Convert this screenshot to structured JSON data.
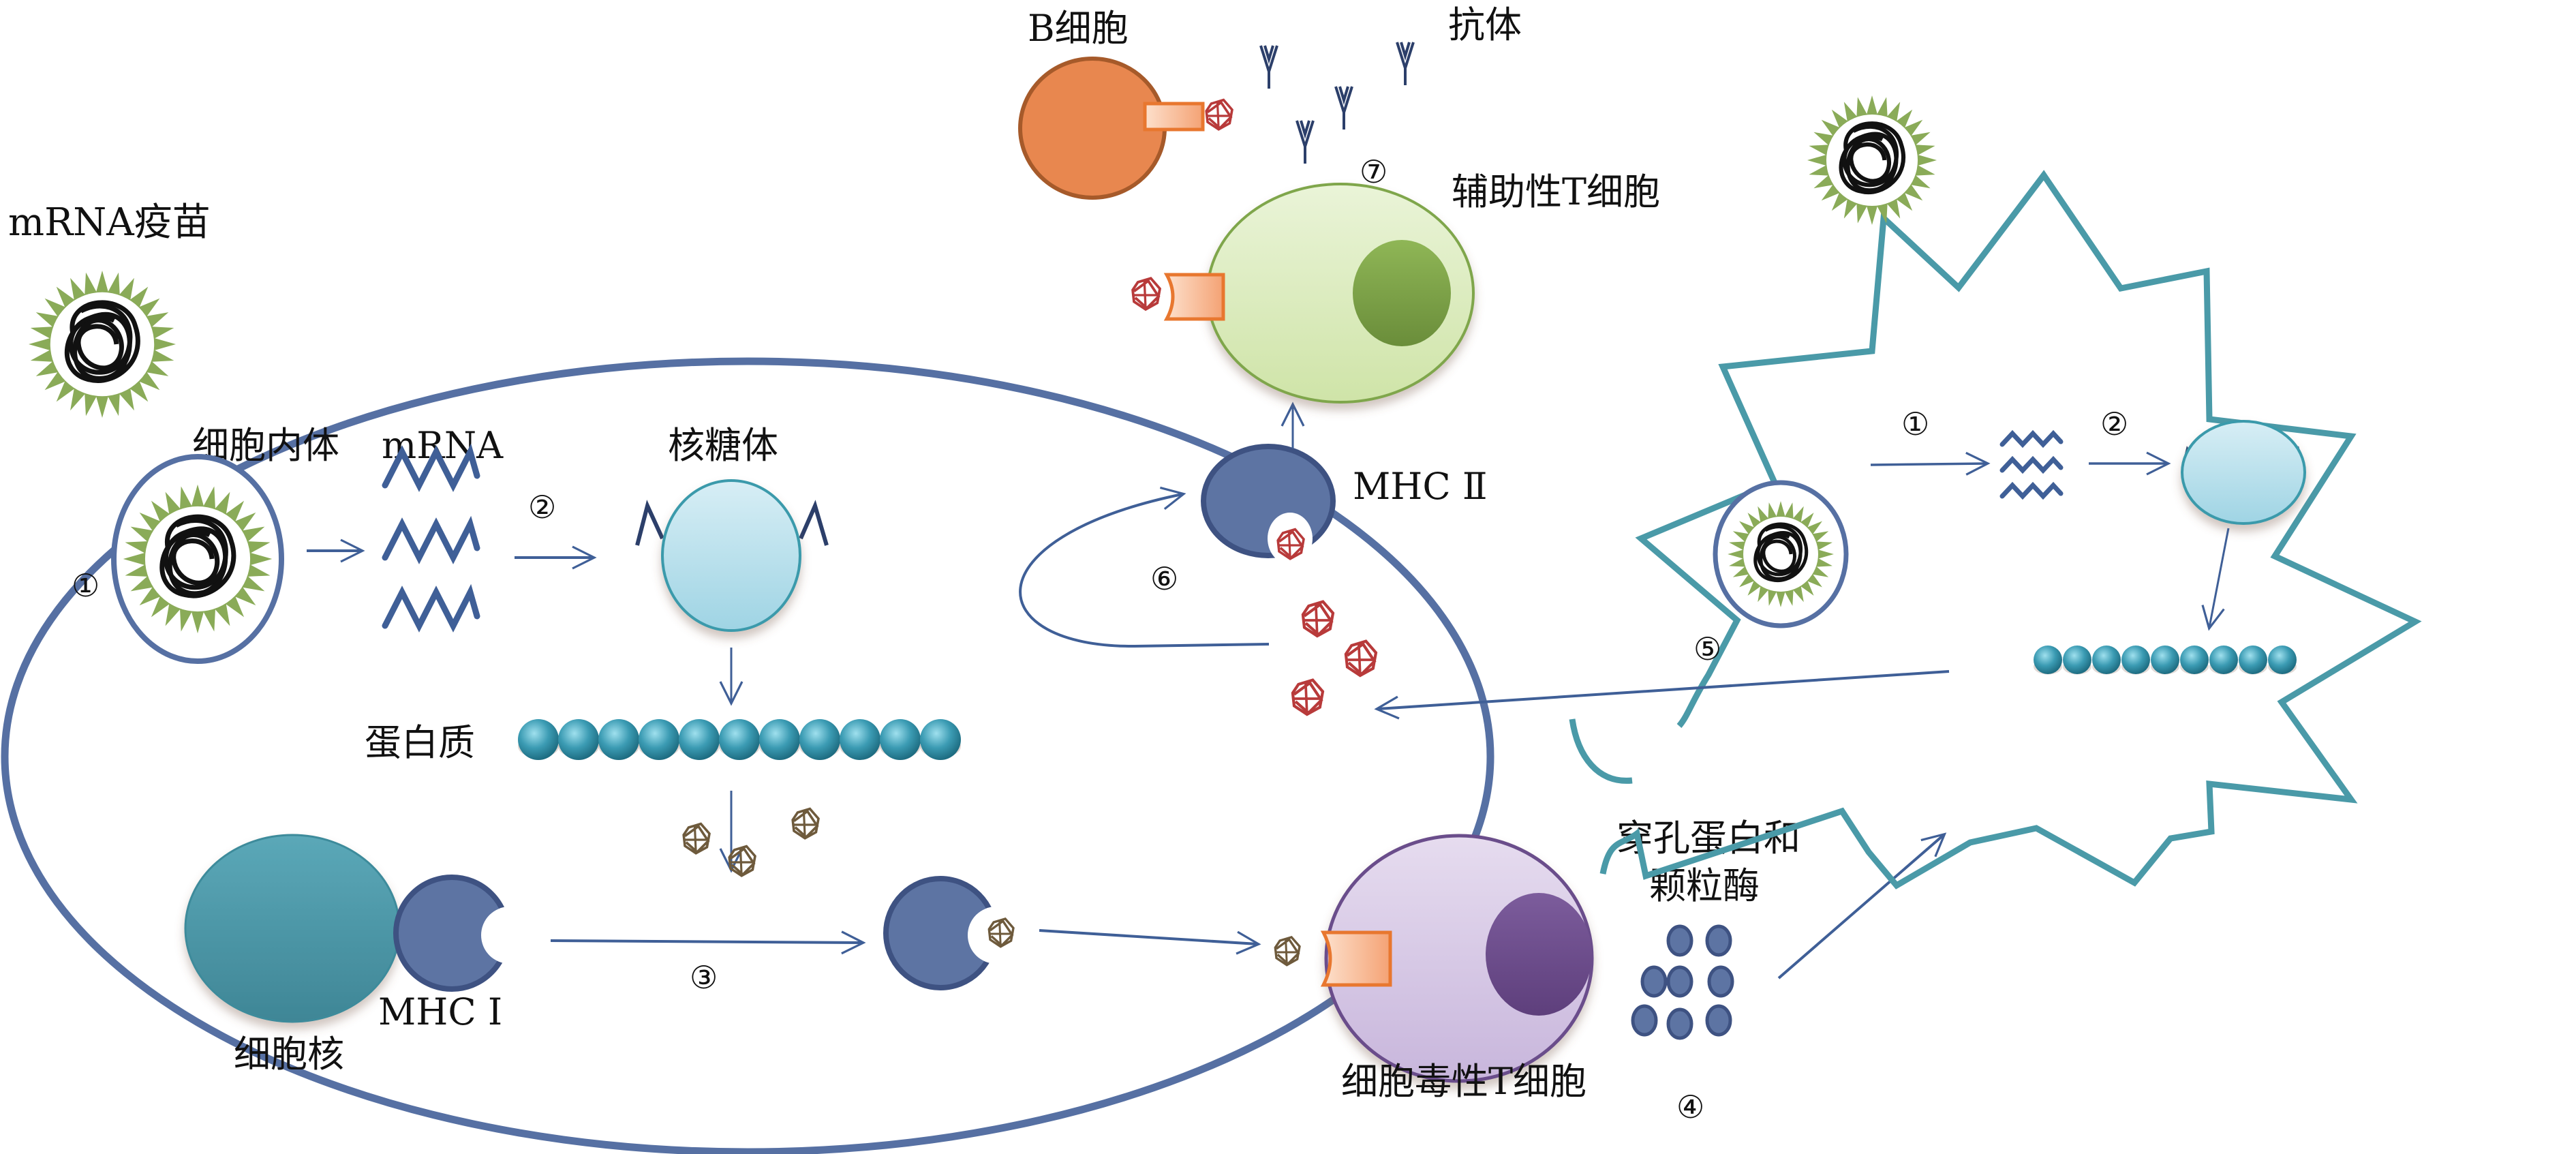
{
  "title": "mRNA疫苗作用机制示意图",
  "labels": {
    "mrna_vaccine": "mRNA疫苗",
    "endosome": "细胞内体",
    "mrna": "mRNA",
    "ribosome": "核糖体",
    "protein": "蛋白质",
    "nucleus": "细胞核",
    "mhc1": "MHC Ⅰ",
    "mhc2": "MHC Ⅱ",
    "b_cell": "B细胞",
    "antibody": "抗体",
    "helper_t": "辅助性T细胞",
    "cytotoxic_t": "细胞毒性T细胞",
    "perforin_line1": "穿孔蛋白和",
    "perforin_line2": "颗粒酶"
  },
  "steps": {
    "apc_1": "①",
    "apc_2": "②",
    "apc_3": "③",
    "step_4": "④",
    "step_5": "⑤",
    "step_6": "⑥",
    "step_7": "⑦",
    "target_1": "①",
    "target_2": "②"
  },
  "counts": {
    "apc_protein_beads": 11,
    "target_protein_beads": 9,
    "antibodies": 4,
    "granules": 8
  },
  "colors": {
    "cell_membrane": "#5670a3",
    "target_membrane": "#4a9aa8",
    "arrow": "#3f5f97",
    "vaccine_spikes": "#8aab58",
    "ribosome": "#bfe3ee",
    "protein_bead": "#3b9bb3",
    "nucleus": "#4b98a7",
    "mhc": "#5d74a3",
    "b_cell": "#e8874f",
    "helper_t_cell": "#dcebbf",
    "helper_t_nucleus": "#7ea24a",
    "cytotoxic_t_cell": "#d6c8e4",
    "cytotoxic_t_nucleus": "#6c4d8c",
    "receptor": "#f49a62",
    "antigen_red": "#b83a3a",
    "antigen_brown": "#6e5a3c"
  }
}
